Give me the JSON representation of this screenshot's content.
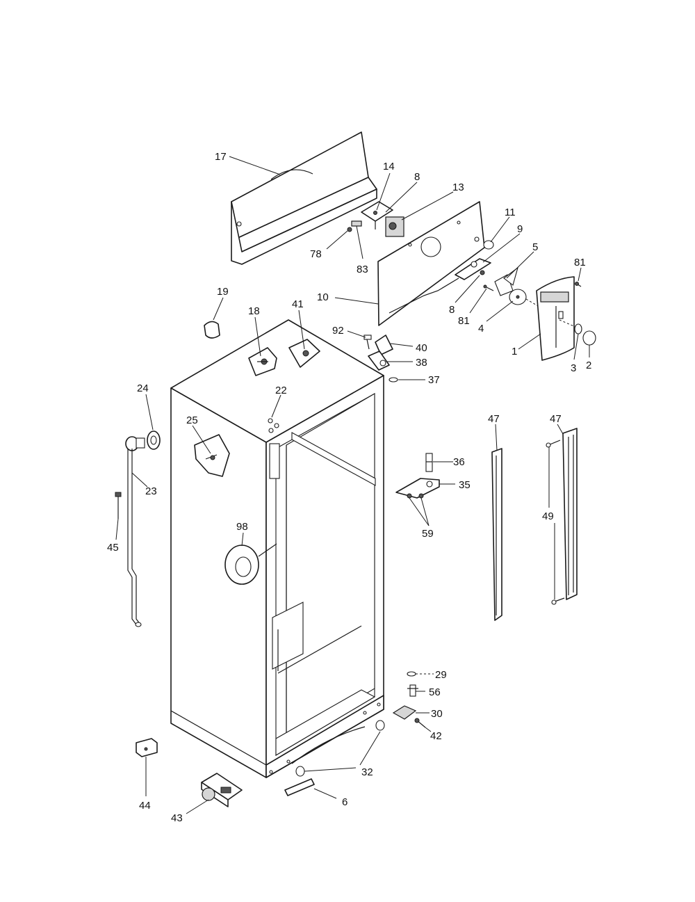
{
  "callouts": {
    "c1": "1",
    "c2": "2",
    "c3": "3",
    "c4": "4",
    "c5": "5",
    "c6": "6",
    "c8a": "8",
    "c8b": "8",
    "c9": "9",
    "c10": "10",
    "c11": "11",
    "c13": "13",
    "c14": "14",
    "c17": "17",
    "c18": "18",
    "c19": "19",
    "c22": "22",
    "c23": "23",
    "c24": "24",
    "c25": "25",
    "c29": "29",
    "c30": "30",
    "c32": "32",
    "c35": "35",
    "c36": "36",
    "c37": "37",
    "c38": "38",
    "c40": "40",
    "c41": "41",
    "c42": "42",
    "c43": "43",
    "c44": "44",
    "c45": "45",
    "c47a": "47",
    "c47b": "47",
    "c49": "49",
    "c56": "56",
    "c59": "59",
    "c78": "78",
    "c81a": "81",
    "c81b": "81",
    "c83": "83",
    "c92": "92",
    "c98": "98"
  }
}
